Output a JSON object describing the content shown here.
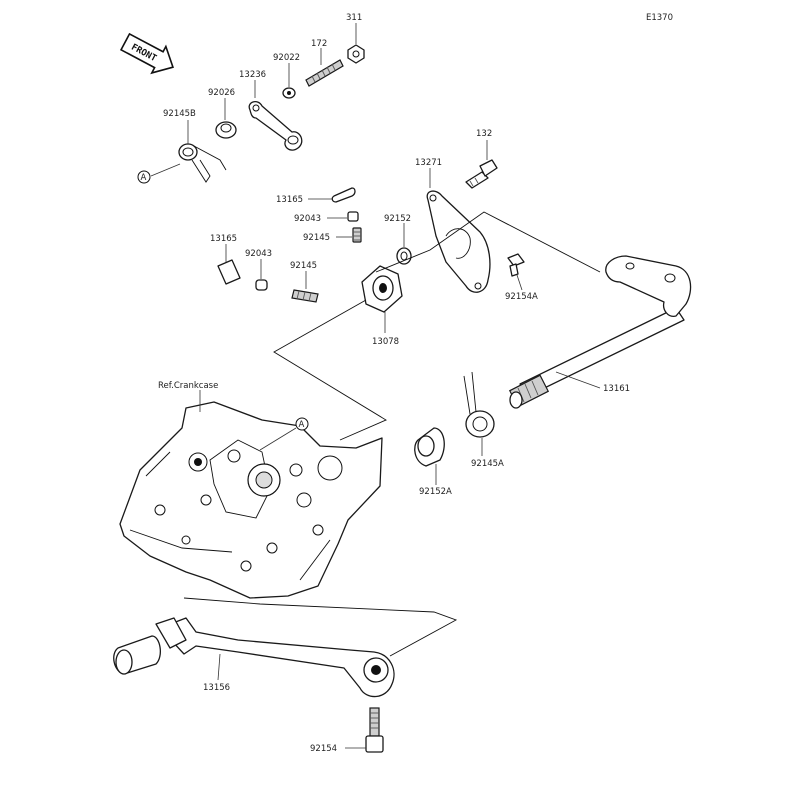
{
  "diagram_code": "E1370",
  "front_label": "FRONT",
  "ref_label": "Ref.Crankcase",
  "marker_a": "A",
  "parts": {
    "p311": "311",
    "p172": "172",
    "p92022": "92022",
    "p13236": "13236",
    "p92026": "92026",
    "p92145b": "92145B",
    "p132": "132",
    "p13271": "13271",
    "p13165_top": "13165",
    "p92043_top": "92043",
    "p92152": "92152",
    "p92145_top": "92145",
    "p13165_left": "13165",
    "p92043_left": "92043",
    "p92145_left": "92145",
    "p13078": "13078",
    "p92154a": "92154A",
    "p13161": "13161",
    "p92145a": "92145A",
    "p92152a": "92152A",
    "p13156": "13156",
    "p92154": "92154"
  }
}
